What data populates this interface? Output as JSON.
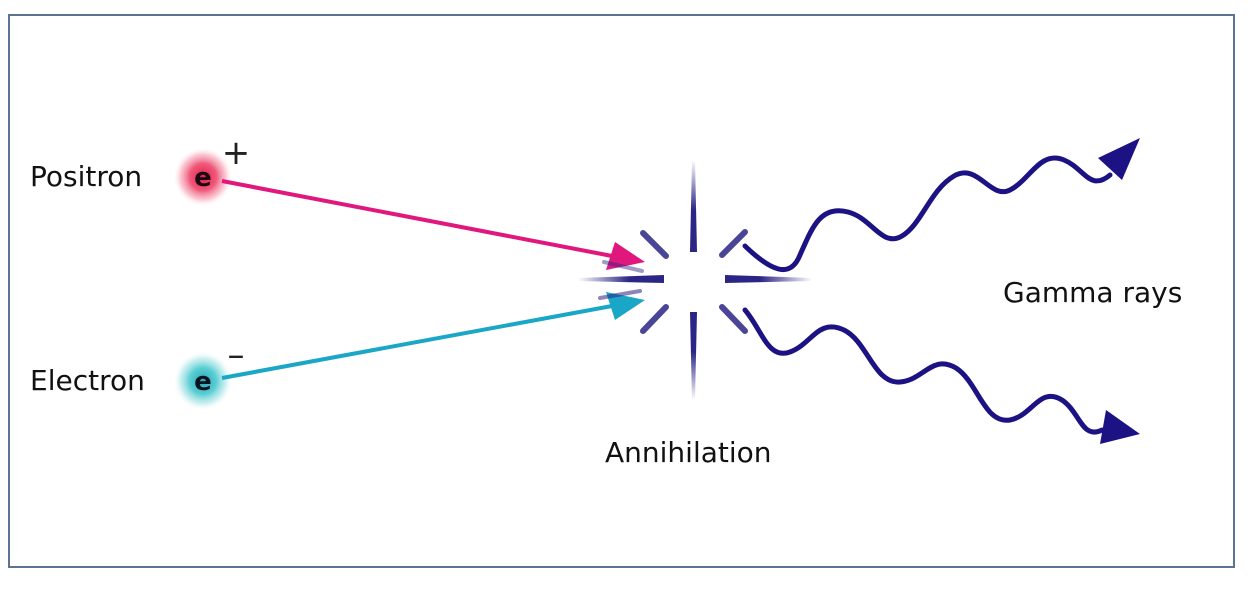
{
  "labels": {
    "positron": "Positron",
    "electron": "Electron",
    "annihilation": "Annihilation",
    "gamma_rays": "Gamma rays"
  },
  "particles": {
    "positron": {
      "letter": "e",
      "charge": "+"
    },
    "electron": {
      "letter": "e",
      "charge": "–"
    }
  },
  "colors": {
    "border": "#5b7490",
    "positron_arrow": "#e0177d",
    "electron_arrow": "#1aa6c6",
    "positron_glow": "#f05a7a",
    "electron_glow": "#3fc1c9",
    "gamma": "#1c1283",
    "burst": "#2b2585",
    "text": "#111111"
  }
}
